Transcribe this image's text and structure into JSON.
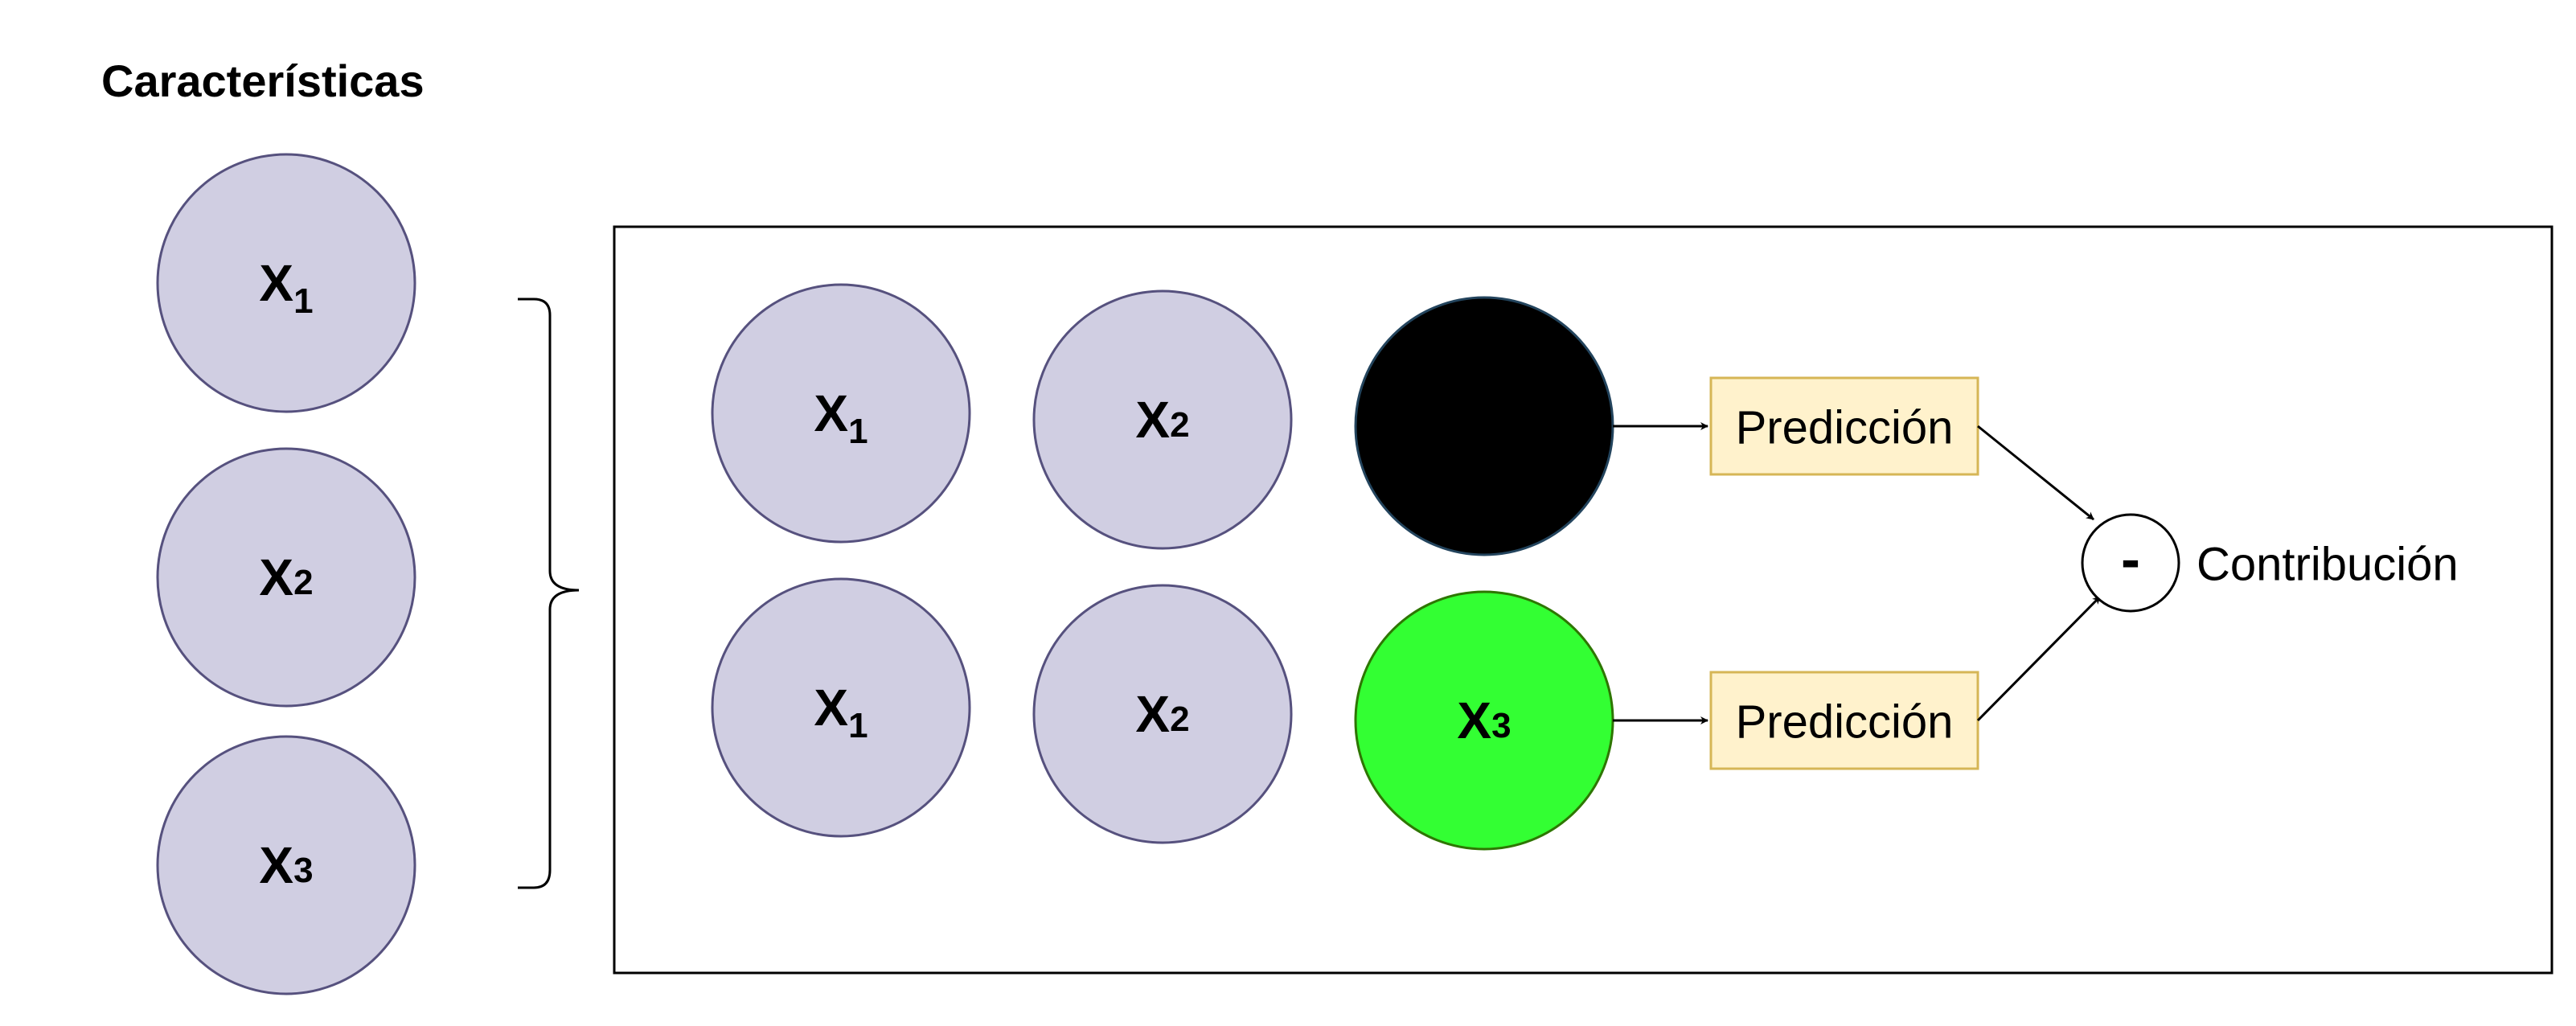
{
  "diagram": {
    "title": "Características",
    "colors": {
      "feature_fill": "#d0cee2",
      "feature_stroke": "#56517e",
      "masked_fill": "#000000",
      "highlight_fill": "#33ff33",
      "highlight_stroke": "#2d7600",
      "prediction_fill": "#fff2cc",
      "prediction_stroke": "#d6b656"
    },
    "features": [
      {
        "base": "X",
        "sub": "1"
      },
      {
        "base": "X",
        "sub": "2"
      },
      {
        "base": "X",
        "sub": "3"
      }
    ],
    "rows": [
      {
        "nodes": [
          {
            "base": "X",
            "sub": "1",
            "state": "present"
          },
          {
            "base": "X",
            "sub": "2",
            "state": "present"
          },
          {
            "base": "",
            "sub": "",
            "state": "masked"
          }
        ],
        "prediction_label": "Predicción"
      },
      {
        "nodes": [
          {
            "base": "X",
            "sub": "1",
            "state": "present"
          },
          {
            "base": "X",
            "sub": "2",
            "state": "present"
          },
          {
            "base": "X",
            "sub": "3",
            "state": "highlighted"
          }
        ],
        "prediction_label": "Predicción"
      }
    ],
    "operator_symbol": "-",
    "output_label": "Contribución"
  }
}
